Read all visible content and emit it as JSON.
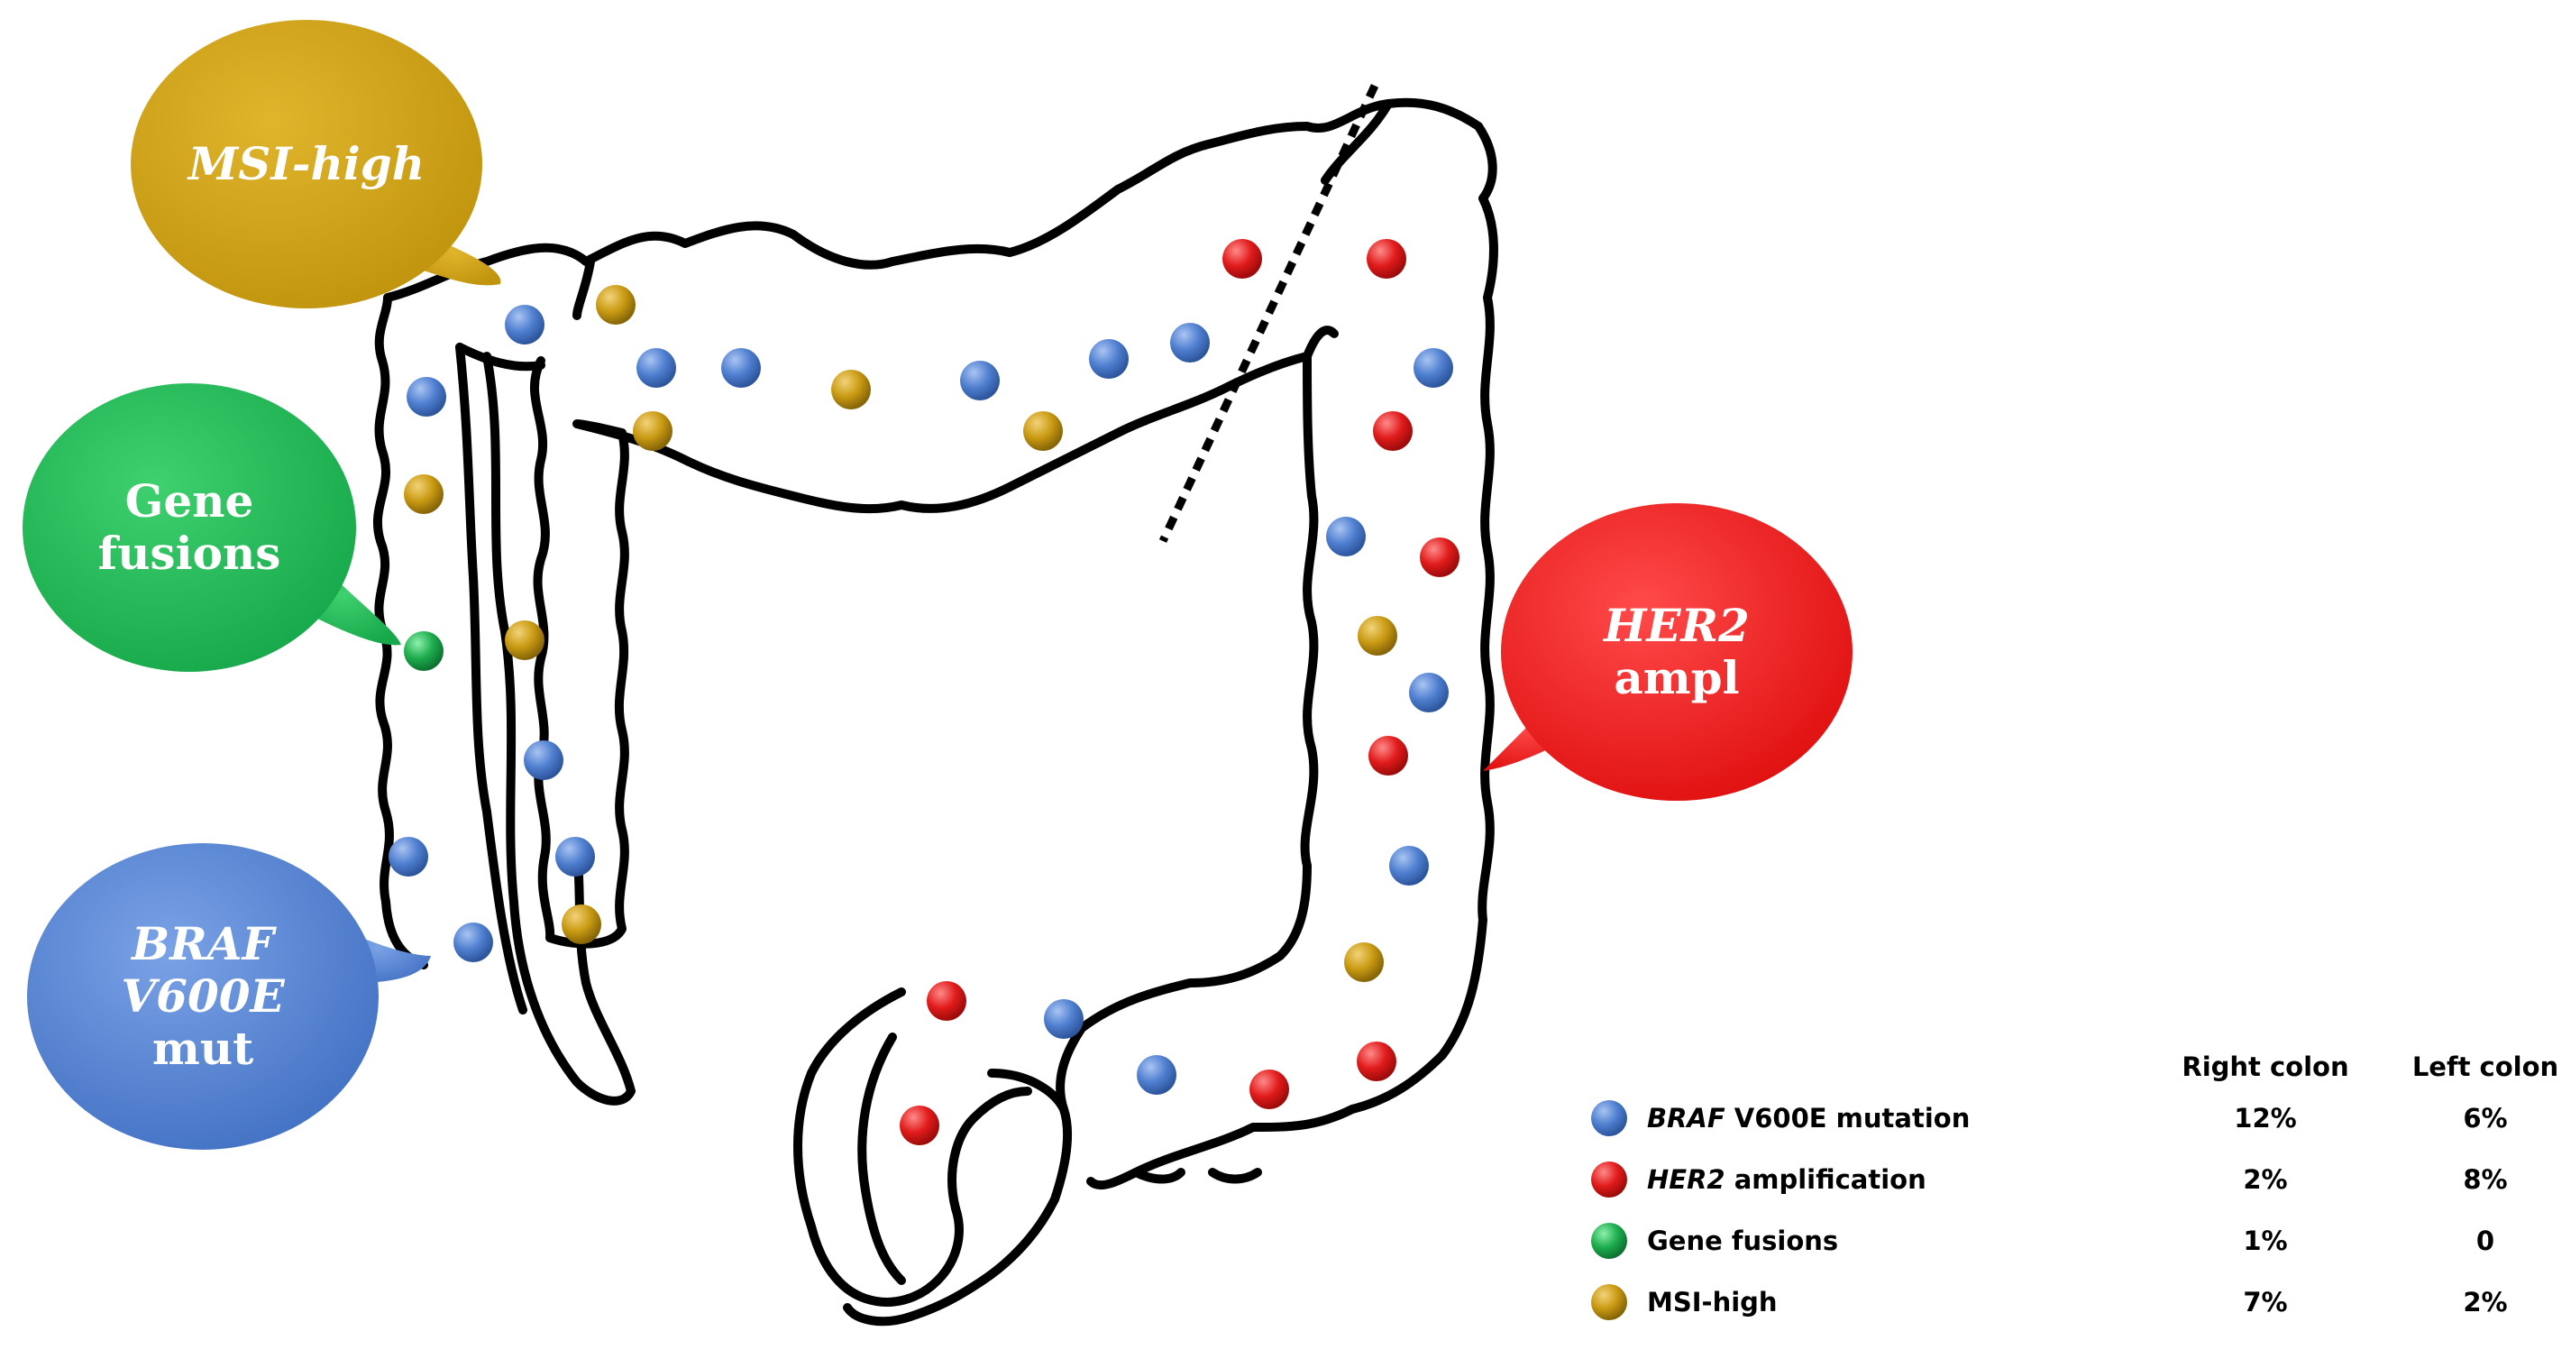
{
  "colors": {
    "braf": "#4f7fd0",
    "her2": "#e11b1b",
    "fusion": "#1ead4e",
    "msi": "#c99a12",
    "outline": "#000000",
    "bubble_text": "#ffffff"
  },
  "bubbles": [
    {
      "key": "msi",
      "lines": [
        {
          "text": "MSI-high",
          "italic": true
        }
      ]
    },
    {
      "key": "fusion",
      "lines": [
        {
          "text": "Gene",
          "italic": false
        },
        {
          "text": "fusions",
          "italic": false
        }
      ]
    },
    {
      "key": "braf",
      "lines": [
        {
          "text": "BRAF",
          "italic": true
        },
        {
          "text": "V600E",
          "italic": true
        },
        {
          "text": "mut",
          "italic": false
        }
      ]
    },
    {
      "key": "her2",
      "lines": [
        {
          "text": "HER2",
          "italic": true
        },
        {
          "text": "ampl",
          "italic": false
        }
      ]
    }
  ],
  "table": {
    "headers": [
      "Right colon",
      "Left colon"
    ],
    "rows": [
      {
        "key": "braf",
        "gene": "BRAF",
        "label": " V600E mutation",
        "right": "12%",
        "left": "6%"
      },
      {
        "key": "her2",
        "gene": "HER2",
        "label": " amplification",
        "right": "2%",
        "left": "8%"
      },
      {
        "key": "fusion",
        "gene": "",
        "label": "Gene fusions",
        "right": "1%",
        "left": "0"
      },
      {
        "key": "msi",
        "gene": "",
        "label": "MSI-high",
        "right": "7%",
        "left": "2%"
      }
    ]
  },
  "icons": {
    "colon": "colon-outline-icon",
    "divider": "splenic-flexure-dashed-divider"
  }
}
